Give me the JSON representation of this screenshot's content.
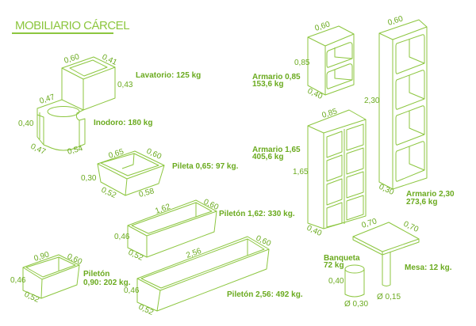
{
  "title": "MOBILIARIO CÁRCEL",
  "accent_color": "#8cc63f",
  "items": {
    "lavatorio": {
      "label": "Lavatorio: 125 kg",
      "dims": [
        "0,60",
        "0,41",
        "0,43"
      ]
    },
    "inodoro": {
      "label": "Inodoro: 180 kg",
      "dims": [
        "0,47",
        "0,40",
        "0,47",
        "0,54"
      ]
    },
    "pileta065": {
      "label": "Pileta 0,65: 97 kg.",
      "dims": [
        "0,65",
        "0,60",
        "0,30",
        "0,52",
        "0,58"
      ]
    },
    "pileton162": {
      "label": "Piletón 1,62: 330 kg.",
      "dims": [
        "1,62",
        "0,60",
        "0,46",
        "0,52"
      ]
    },
    "pileton256": {
      "label": "Piletón 2,56: 492 kg.",
      "dims": [
        "2,56",
        "0,60",
        "0,46",
        "0,52"
      ]
    },
    "pileton090": {
      "label_1": "Piletón",
      "label_2": "0,90: 202 kg.",
      "dims": [
        "0,90",
        "0,60",
        "0,46",
        "0,52"
      ]
    },
    "armario085": {
      "label_1": "Armario 0,85",
      "label_2": "153,6 kg",
      "dims": [
        "0,60",
        "0,85",
        "0,40"
      ]
    },
    "armario165": {
      "label_1": "Armario 1,65",
      "label_2": "405,6 kg",
      "dims": [
        "0,85",
        "1,65",
        "0,40"
      ]
    },
    "armario230": {
      "label_1": "Armario 2,30",
      "label_2": "273,6 kg",
      "dims": [
        "0,60",
        "2,30",
        "0,30"
      ]
    },
    "mesa": {
      "label": "Mesa: 12 kg.",
      "dims": [
        "0,70",
        "0,70",
        "Ø 0,15"
      ]
    },
    "banqueta": {
      "label_1": "Banqueta",
      "label_2": "72 kg",
      "dims": [
        "0,40",
        "Ø 0,30"
      ]
    }
  }
}
